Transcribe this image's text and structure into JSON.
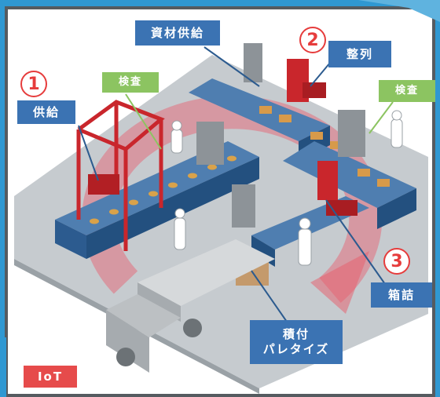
{
  "labels": {
    "supply": "供給",
    "materials_supply": "資材供給",
    "align": "整列",
    "inspection_left": "検査",
    "inspection_right": "検査",
    "boxing": "箱詰",
    "palletize": "積付\nパレタイズ"
  },
  "steps": {
    "one": "1",
    "two": "2",
    "three": "3"
  },
  "badge": {
    "iot": "IoT"
  },
  "colors": {
    "label_blue": "#3b73b3",
    "label_green": "#8cc461",
    "accent_red": "#e63c3c",
    "floor_gray": "#c6cbcf",
    "conveyor_blue": "#2c5b8f"
  }
}
